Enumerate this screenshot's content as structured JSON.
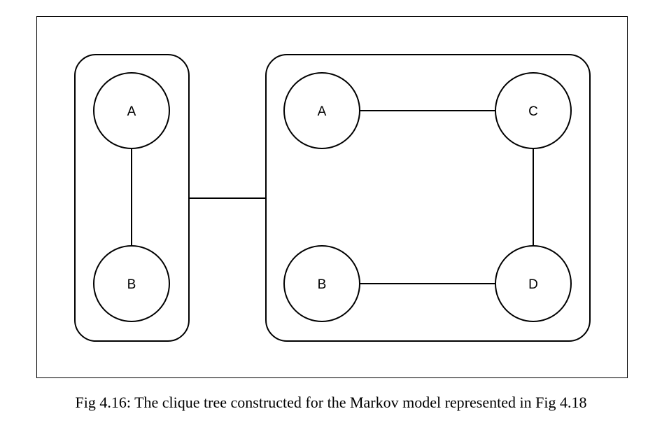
{
  "caption": "Fig 4.16: The clique tree constructed for the Markov model represented in Fig 4.18",
  "cliques": [
    {
      "id": "clique-1",
      "nodes": [
        "A",
        "B"
      ],
      "edges": [
        [
          "A",
          "B"
        ]
      ]
    },
    {
      "id": "clique-2",
      "nodes": [
        "A",
        "B",
        "C",
        "D"
      ],
      "edges": [
        [
          "A",
          "C"
        ],
        [
          "C",
          "D"
        ],
        [
          "B",
          "D"
        ]
      ]
    }
  ],
  "tree_edges": [
    [
      "clique-1",
      "clique-2"
    ]
  ]
}
